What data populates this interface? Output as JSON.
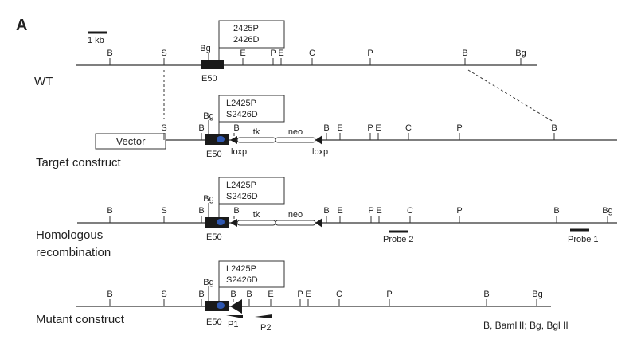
{
  "panel_label": "A",
  "scale_bar": {
    "label": "1 kb"
  },
  "rows": [
    {
      "id": "wt",
      "label_lines": [
        "WT"
      ],
      "mutation_lines": [
        "2425P",
        "2426D"
      ],
      "exon_label": "E50",
      "sites": [
        "B",
        "S",
        "Bg",
        "E",
        "P",
        "E",
        "C",
        "P",
        "B",
        "Bg"
      ]
    },
    {
      "id": "target",
      "label_lines": [
        "Target construct"
      ],
      "vector_label": "Vector",
      "mutation_lines": [
        "L2425P",
        "S2426D"
      ],
      "exon_label": "E50",
      "cassettes": [
        "tk",
        "neo"
      ],
      "loxp_labels": [
        "loxp",
        "loxp"
      ],
      "sites": [
        "S",
        "B",
        "Bg",
        "B",
        "B",
        "E",
        "P",
        "E",
        "C",
        "P",
        "B"
      ]
    },
    {
      "id": "homologous",
      "label_lines": [
        "Homologous",
        "recombination"
      ],
      "mutation_lines": [
        "L2425P",
        "S2426D"
      ],
      "exon_label": "E50",
      "cassettes": [
        "tk",
        "neo"
      ],
      "probes": [
        "Probe 2",
        "Probe 1"
      ],
      "sites": [
        "B",
        "S",
        "B",
        "Bg",
        "B",
        "B",
        "E",
        "P",
        "E",
        "C",
        "P",
        "B",
        "Bg"
      ]
    },
    {
      "id": "mutant",
      "label_lines": [
        "Mutant construct"
      ],
      "mutation_lines": [
        "L2425P",
        "S2426D"
      ],
      "exon_label": "E50",
      "primers": [
        "P1",
        "P2"
      ],
      "sites": [
        "B",
        "S",
        "B",
        "Bg",
        "B",
        "B",
        "E",
        "P",
        "E",
        "C",
        "P",
        "B",
        "Bg"
      ]
    }
  ],
  "footnote": "B, BamHI; Bg, Bgl II"
}
